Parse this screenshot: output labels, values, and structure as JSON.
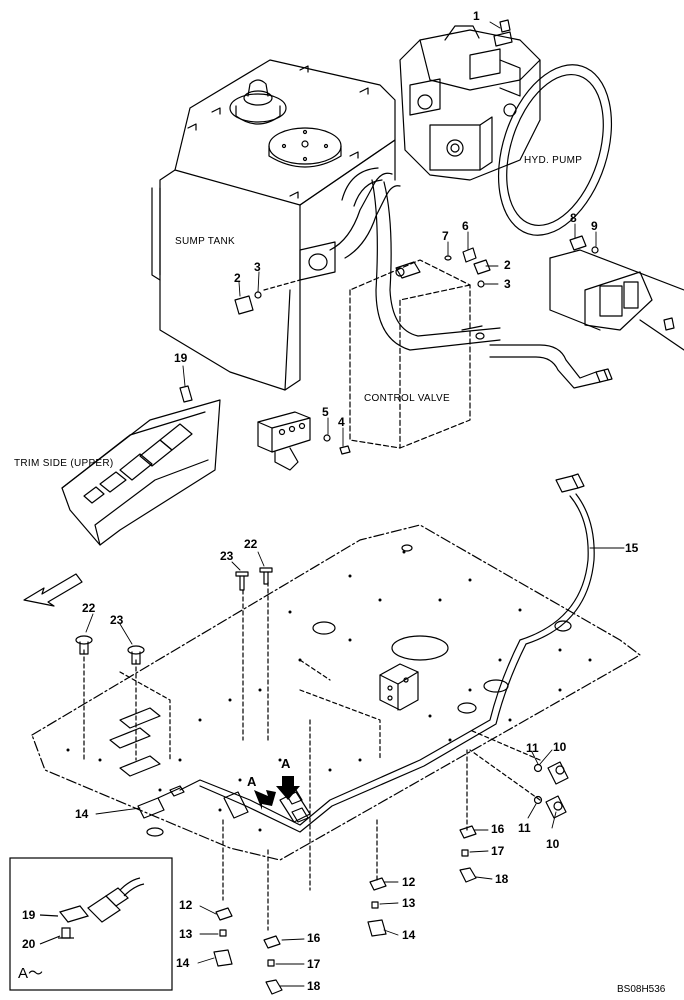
{
  "drawing": {
    "code": "BS08H536",
    "detail_marker": "A～",
    "view_letter": "A"
  },
  "captions": {
    "sump_tank": "SUMP TANK",
    "hyd_pump": "HYD. PUMP",
    "control_valve": "CONTROL VALVE",
    "trim_side_upper": "TRIM SIDE (UPPER)"
  },
  "callouts": [
    {
      "id": "c1",
      "text": "1"
    },
    {
      "id": "c2a",
      "text": "2"
    },
    {
      "id": "c3a",
      "text": "3"
    },
    {
      "id": "c2b",
      "text": "2"
    },
    {
      "id": "c3b",
      "text": "3"
    },
    {
      "id": "c4",
      "text": "4"
    },
    {
      "id": "c5",
      "text": "5"
    },
    {
      "id": "c6",
      "text": "6"
    },
    {
      "id": "c7",
      "text": "7"
    },
    {
      "id": "c8",
      "text": "8"
    },
    {
      "id": "c9",
      "text": "9"
    },
    {
      "id": "c19a",
      "text": "19"
    },
    {
      "id": "c15",
      "text": "15"
    },
    {
      "id": "c22a",
      "text": "22"
    },
    {
      "id": "c23a",
      "text": "23"
    },
    {
      "id": "c22b",
      "text": "22"
    },
    {
      "id": "c23b",
      "text": "23"
    },
    {
      "id": "c10a",
      "text": "10"
    },
    {
      "id": "c11a",
      "text": "11"
    },
    {
      "id": "c11b",
      "text": "11"
    },
    {
      "id": "c10b",
      "text": "10"
    },
    {
      "id": "c14a",
      "text": "14"
    },
    {
      "id": "c16a",
      "text": "16"
    },
    {
      "id": "c17a",
      "text": "17"
    },
    {
      "id": "c18a",
      "text": "18"
    },
    {
      "id": "c12a",
      "text": "12"
    },
    {
      "id": "c13a",
      "text": "13"
    },
    {
      "id": "c14b",
      "text": "14"
    },
    {
      "id": "c12b",
      "text": "12"
    },
    {
      "id": "c13b",
      "text": "13"
    },
    {
      "id": "c14c",
      "text": "14"
    },
    {
      "id": "c16b",
      "text": "16"
    },
    {
      "id": "c17b",
      "text": "17"
    },
    {
      "id": "c18b",
      "text": "18"
    },
    {
      "id": "c19b",
      "text": "19"
    },
    {
      "id": "c20",
      "text": "20"
    }
  ]
}
